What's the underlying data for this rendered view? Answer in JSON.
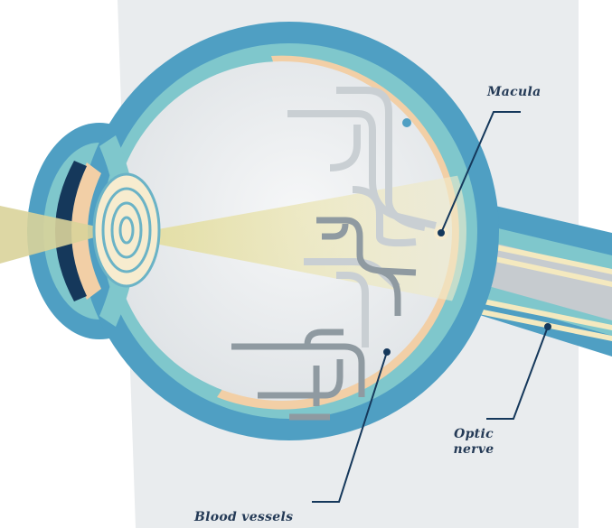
{
  "diagram": {
    "labels": {
      "macula": "Macula",
      "optic_line1": "Optic",
      "optic_line2": "nerve",
      "blood_vessels": "Blood vessels"
    },
    "colors": {
      "background_panel": "#e9ecee",
      "sclera": "#4f9fc3",
      "choroid": "#7fc7cc",
      "retina": "#f2cfa6",
      "vitreous": "#e4e7ea",
      "lens_ring": "#f7eccf",
      "light_beam": "#d9d39a",
      "iris": "#15385b",
      "vessels_light": "#c9cfd3",
      "vessels_dark": "#8f9aa1",
      "optic_nerve_core": "#c6cbcf",
      "optic_fiber": "#f4e9bf",
      "label_text": "#243a56"
    }
  }
}
